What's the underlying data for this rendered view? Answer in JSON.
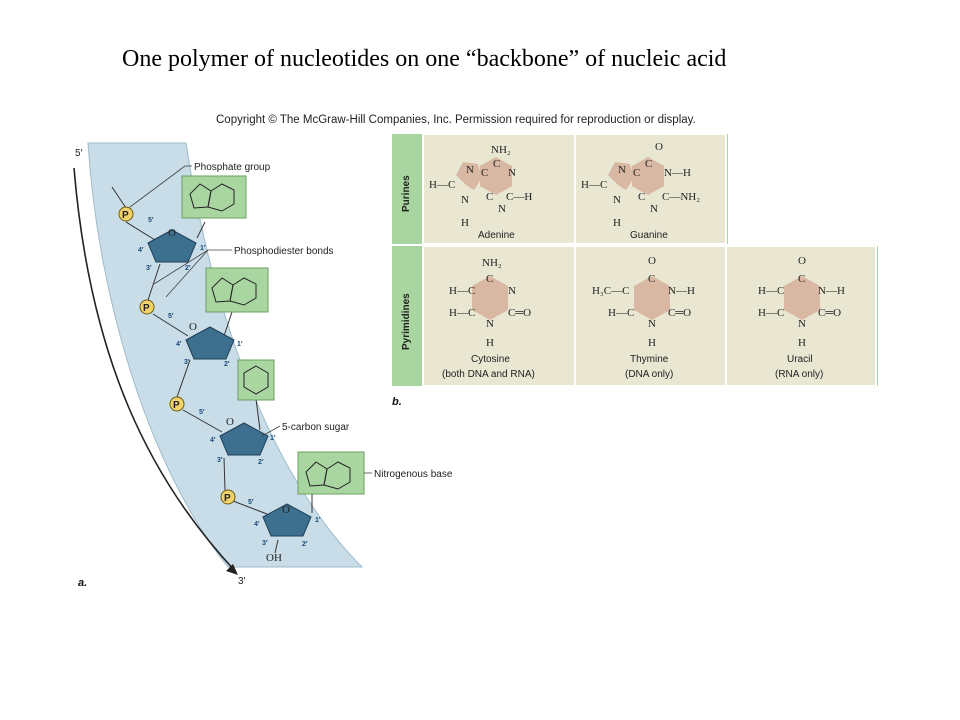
{
  "slide": {
    "title": "One polymer of nucleotides on one “backbone” of nucleic acid",
    "copyright": "Copyright © The McGraw-Hill Companies, Inc. Permission required for reproduction or display."
  },
  "panel_a": {
    "letter": "a.",
    "end_top": "5′",
    "end_bottom": "3′",
    "phosphate_label": "Phosphate group",
    "phosphodiester_label": "Phosphodiester bonds",
    "sugar_label": "5-carbon sugar",
    "base_label": "Nitrogenous base",
    "p_symbol": "P",
    "oh": "OH",
    "ring_o": "O",
    "primes": {
      "p5": "5′",
      "p4": "4′",
      "p3": "3′",
      "p2": "2′",
      "p1": "1′"
    }
  },
  "panel_b": {
    "letter": "b.",
    "purines_label": "Purines",
    "pyrimidines_label": "Pyrimidines",
    "adenine": "Adenine",
    "guanine": "Guanine",
    "cytosine": "Cytosine",
    "cytosine_note": "(both DNA and RNA)",
    "thymine": "Thymine",
    "thymine_note": "(DNA only)",
    "uracil": "Uracil",
    "uracil_note": "(RNA only)",
    "atoms": {
      "nh2": "NH₂",
      "o": "O",
      "n": "N",
      "c": "C",
      "h": "H",
      "hc": "H—C",
      "ch": "C—H",
      "nh": "N—H",
      "c_nh2": "C—NH₂",
      "c_o": "C═O",
      "h3c": "H₃C—C"
    }
  },
  "colors": {
    "backbone_band": "#c9dde8",
    "sugar": "#3d6f8e",
    "phosphate": "#f2d36a",
    "base_box": "#a9d6a0",
    "base_fill": "#d9b8a3",
    "table_cell": "#e9e6d2"
  }
}
